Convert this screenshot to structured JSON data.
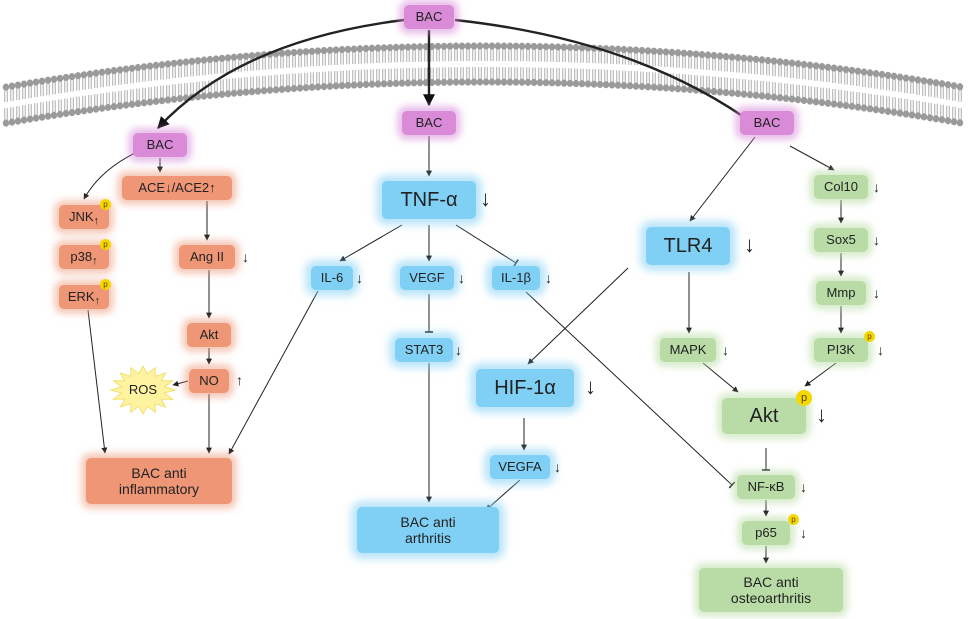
{
  "top_bac": "BAC",
  "left_bac": "BAC",
  "mid_bac": "BAC",
  "right_bac": "BAC",
  "left": {
    "ace": "ACE↓/ACE2↑",
    "jnk": "JNK",
    "p38": "p38",
    "erk": "ERK",
    "ang": "Ang II",
    "ang_arrow": "↓",
    "akt": "Akt",
    "no": "NO",
    "no_arrow": "↑",
    "ros": "ROS",
    "outcome_line1": "BAC anti",
    "outcome_line2": "inflammatory",
    "p_label": "p",
    "up_arrow": "↑"
  },
  "middle": {
    "tnf": "TNF-α",
    "tnf_arrow": "↓",
    "il6": "IL-6",
    "il6_arrow": "↓",
    "vegf": "VEGF",
    "vegf_arrow": "↓",
    "il1b": "IL-1β",
    "il1b_arrow": "↓",
    "stat3": "STAT3",
    "stat3_arrow": "↓",
    "hif": "HIF-1α",
    "hif_arrow": "↓",
    "vegfa": "VEGFA",
    "vegfa_arrow": "↓",
    "outcome_line1": "BAC anti",
    "outcome_line2": "arthritis"
  },
  "right": {
    "tlr4": "TLR4",
    "tlr4_arrow": "↓",
    "col10": "Col10",
    "col10_arrow": "↓",
    "sox5": "Sox5",
    "sox5_arrow": "↓",
    "mmp": "Mmp",
    "mmp_arrow": "↓",
    "pi3k": "PI3K",
    "pi3k_arrow": "↓",
    "mapk": "MAPK",
    "mapk_arrow": "↓",
    "akt": "Akt",
    "akt_arrow": "↓",
    "nfkb": "NF-κB",
    "nfkb_arrow": "↓",
    "p65": "p65",
    "p65_arrow": "↓",
    "outcome_line1": "BAC anti",
    "outcome_line2": "osteoarthritis",
    "p_label": "p"
  },
  "colors": {
    "purple": "#d98bd8",
    "orange": "#ee9676",
    "blue": "#7fd0f4",
    "green": "#b9dca6",
    "membrane": "#9a9a9a",
    "badge": "#f5d800",
    "ros": "#fff3a0"
  }
}
